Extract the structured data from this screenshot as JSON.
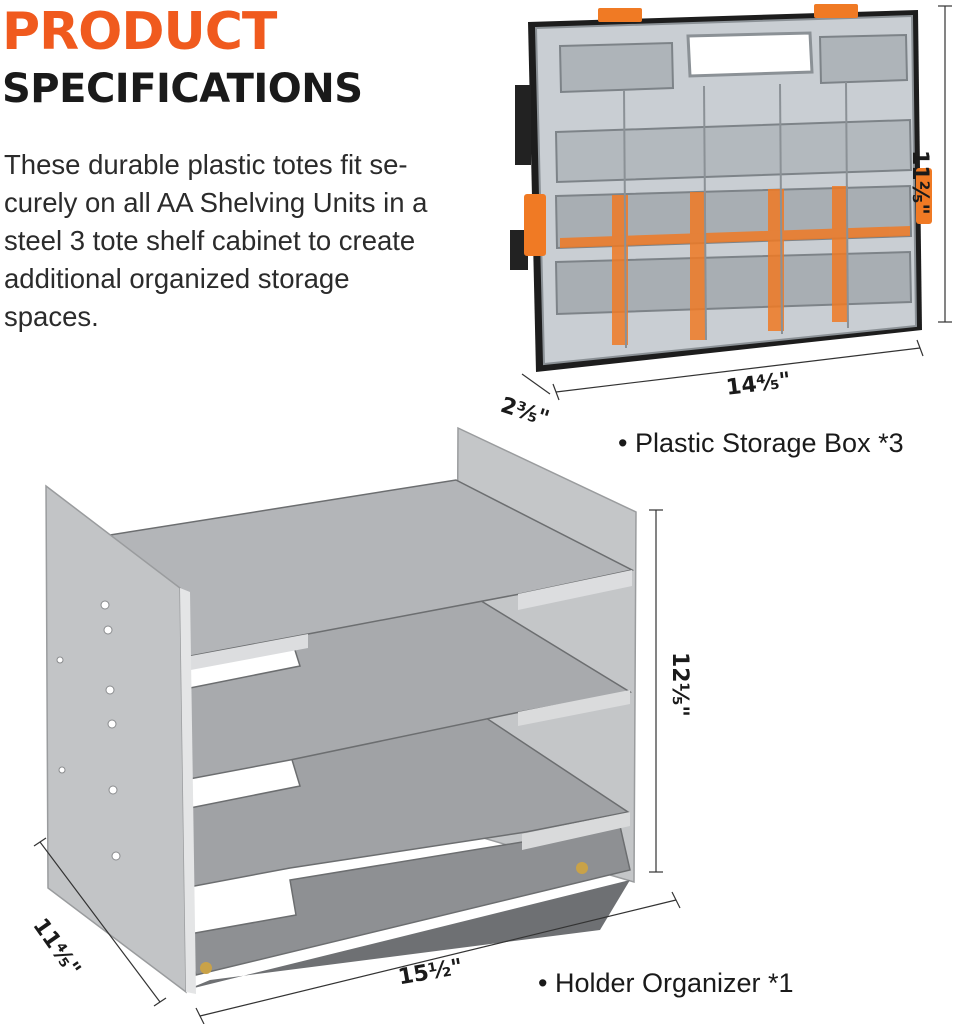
{
  "heading": {
    "line1": "PRODUCT",
    "line2": "SPECIFICATIONS"
  },
  "description_lines": [
    "These durable plastic totes fit se-",
    "curely on all AA Shelving Units in a",
    "steel 3 tote shelf cabinet to create",
    "additional organized storage",
    "spaces."
  ],
  "items": {
    "storage_box": "• Plastic Storage Box *3",
    "organizer": "• Holder Organizer *1"
  },
  "dimensions": {
    "box_height": "11⅖\"",
    "box_width": "14⅘\"",
    "box_depth": "2⅗\"",
    "rack_height": "12⅕\"",
    "rack_width": "15½\"",
    "rack_depth": "11⅘\""
  },
  "colors": {
    "accent": "#f05a1e",
    "heading": "#1a1a1a",
    "box_latch": "#f07a24",
    "rack_metal": "#b9bbbd"
  }
}
